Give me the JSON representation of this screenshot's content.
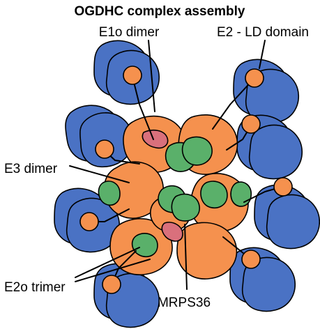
{
  "title": "OGDHC complex assembly",
  "labels": {
    "e1o_dimer": "E1o dimer",
    "e2_ld_domain": "E2 - LD domain",
    "e3_dimer": "E3 dimer",
    "e2o_trimer": "E2o trimer",
    "mrps36": "MRPS36"
  },
  "colors": {
    "e1o_blue": "#4a72c4",
    "e2o_orange": "#f5914e",
    "e3_green": "#5ab06a",
    "mrps36_pink": "#d9707c",
    "outline": "#000000"
  }
}
